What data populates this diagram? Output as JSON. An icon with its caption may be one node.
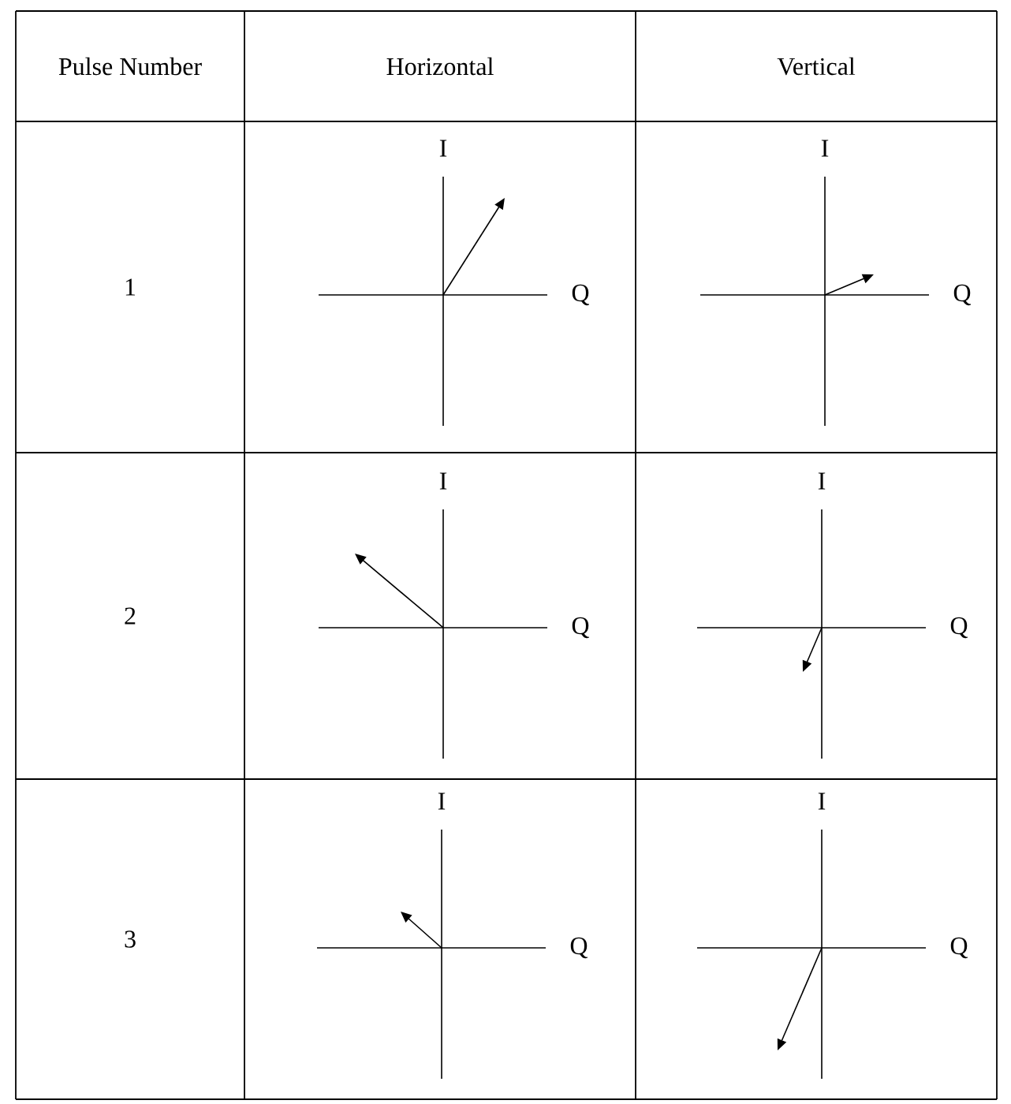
{
  "diagram": {
    "labels": [
      "Pulse Number",
      "Horizontal",
      "Vertical",
      "1",
      "I",
      "Q",
      "I",
      "Q",
      "2",
      "I",
      "Q",
      "I",
      "Q",
      "3",
      "I",
      "Q",
      "I",
      "Q"
    ]
  }
}
